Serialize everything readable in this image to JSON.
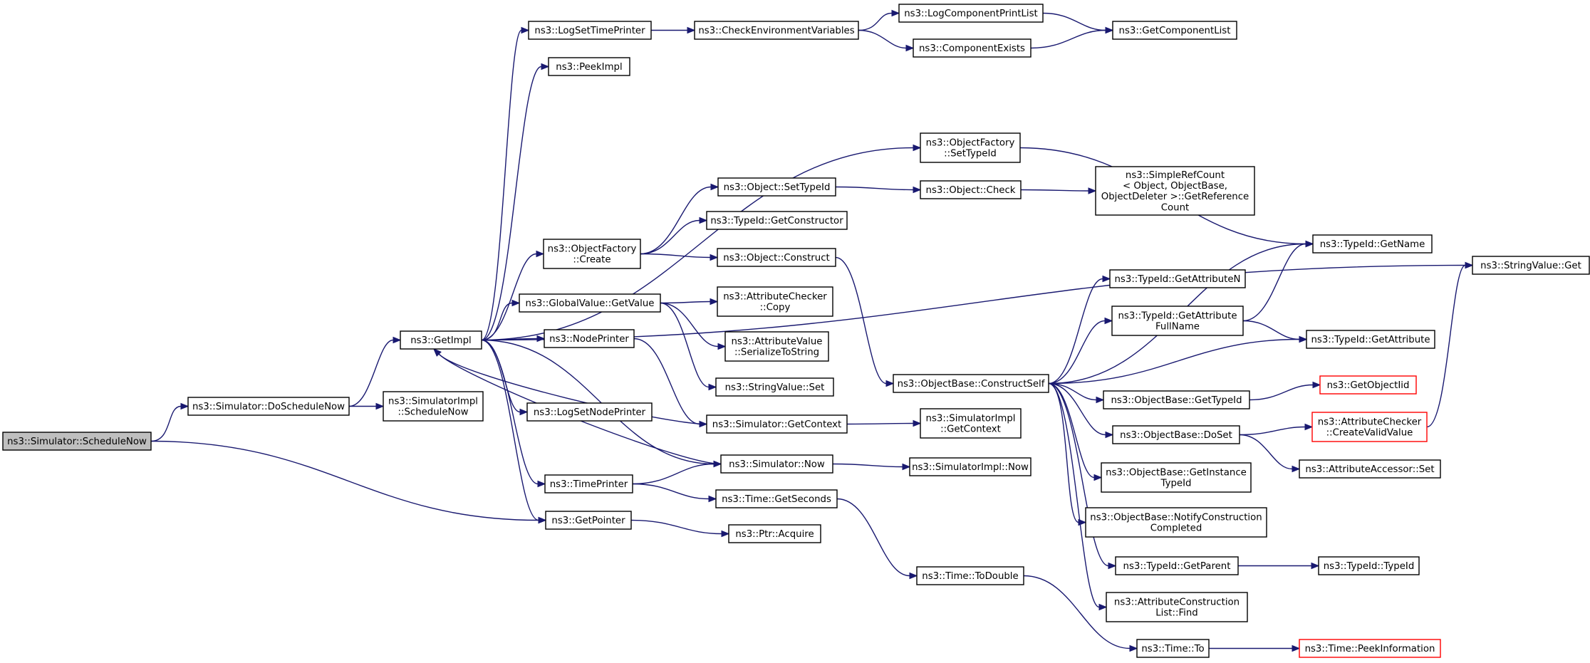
{
  "nodes": [
    {
      "id": "root",
      "lines": [
        "ns3::Simulator::ScheduleNow"
      ],
      "style": "root",
      "link": false
    },
    {
      "id": "doschedulenow",
      "lines": [
        "ns3::Simulator::DoScheduleNow"
      ]
    },
    {
      "id": "simimpl_schedulenow",
      "lines": [
        "ns3::SimulatorImpl",
        "::ScheduleNow"
      ]
    },
    {
      "id": "getimpl",
      "lines": [
        "ns3::GetImpl"
      ]
    },
    {
      "id": "getpointer",
      "lines": [
        "ns3::GetPointer"
      ]
    },
    {
      "id": "logsettimeprinter",
      "lines": [
        "ns3::LogSetTimePrinter"
      ]
    },
    {
      "id": "peekimpl",
      "lines": [
        "ns3::PeekImpl"
      ]
    },
    {
      "id": "objfactory_create",
      "lines": [
        "ns3::ObjectFactory",
        "::Create"
      ]
    },
    {
      "id": "globalvalue_getvalue",
      "lines": [
        "ns3::GlobalValue::GetValue"
      ]
    },
    {
      "id": "nodeprinter",
      "lines": [
        "ns3::NodePrinter"
      ]
    },
    {
      "id": "logsetnodeprinter",
      "lines": [
        "ns3::LogSetNodePrinter"
      ]
    },
    {
      "id": "timeprinter",
      "lines": [
        "ns3::TimePrinter"
      ]
    },
    {
      "id": "checkenv",
      "lines": [
        "ns3::CheckEnvironmentVariables"
      ]
    },
    {
      "id": "logcompprintlist",
      "lines": [
        "ns3::LogComponentPrintList"
      ]
    },
    {
      "id": "componentexists",
      "lines": [
        "ns3::ComponentExists"
      ]
    },
    {
      "id": "getcomponentlist",
      "lines": [
        "ns3::GetComponentList"
      ]
    },
    {
      "id": "objfactory_settypeid",
      "lines": [
        "ns3::ObjectFactory",
        "::SetTypeId"
      ]
    },
    {
      "id": "object_settypeid",
      "lines": [
        "ns3::Object::SetTypeId"
      ]
    },
    {
      "id": "typeid_getconstructor",
      "lines": [
        "ns3::TypeId::GetConstructor"
      ]
    },
    {
      "id": "object_construct",
      "lines": [
        "ns3::Object::Construct"
      ]
    },
    {
      "id": "attrchecker_copy",
      "lines": [
        "ns3::AttributeChecker",
        "::Copy"
      ]
    },
    {
      "id": "attrvalue_serialize",
      "lines": [
        "ns3::AttributeValue",
        "::SerializeToString"
      ]
    },
    {
      "id": "stringvalue_set",
      "lines": [
        "ns3::StringValue::Set"
      ]
    },
    {
      "id": "sim_getcontext",
      "lines": [
        "ns3::Simulator::GetContext"
      ]
    },
    {
      "id": "sim_now",
      "lines": [
        "ns3::Simulator::Now"
      ]
    },
    {
      "id": "time_getseconds",
      "lines": [
        "ns3::Time::GetSeconds"
      ]
    },
    {
      "id": "ptr_acquire",
      "lines": [
        "ns3::Ptr::Acquire"
      ]
    },
    {
      "id": "object_check",
      "lines": [
        "ns3::Object::Check"
      ]
    },
    {
      "id": "simplerefcount",
      "lines": [
        "ns3::SimpleRefCount",
        "< Object, ObjectBase,",
        " ObjectDeleter >::GetReference",
        "Count"
      ]
    },
    {
      "id": "objbase_constructself",
      "lines": [
        "ns3::ObjectBase::ConstructSelf"
      ]
    },
    {
      "id": "simimpl_getcontext",
      "lines": [
        "ns3::SimulatorImpl",
        "::GetContext"
      ]
    },
    {
      "id": "simimpl_now",
      "lines": [
        "ns3::SimulatorImpl::Now"
      ]
    },
    {
      "id": "time_todouble",
      "lines": [
        "ns3::Time::ToDouble"
      ]
    },
    {
      "id": "time_to",
      "lines": [
        "ns3::Time::To"
      ]
    },
    {
      "id": "typeid_getname",
      "lines": [
        "ns3::TypeId::GetName"
      ]
    },
    {
      "id": "typeid_getattributen",
      "lines": [
        "ns3::TypeId::GetAttributeN"
      ]
    },
    {
      "id": "typeid_getattrfullname",
      "lines": [
        "ns3::TypeId::GetAttribute",
        "FullName"
      ]
    },
    {
      "id": "objbase_gettypeid",
      "lines": [
        "ns3::ObjectBase::GetTypeId"
      ]
    },
    {
      "id": "objbase_doset",
      "lines": [
        "ns3::ObjectBase::DoSet"
      ]
    },
    {
      "id": "objbase_getinstancetypeid",
      "lines": [
        "ns3::ObjectBase::GetInstance",
        "TypeId"
      ]
    },
    {
      "id": "objbase_notify",
      "lines": [
        "ns3::ObjectBase::NotifyConstruction",
        "Completed"
      ]
    },
    {
      "id": "typeid_getparent",
      "lines": [
        "ns3::TypeId::GetParent"
      ]
    },
    {
      "id": "attrconstrlist_find",
      "lines": [
        "ns3::AttributeConstruction",
        "List::Find"
      ]
    },
    {
      "id": "stringvalue_get",
      "lines": [
        "ns3::StringValue::Get"
      ]
    },
    {
      "id": "typeid_getattribute",
      "lines": [
        "ns3::TypeId::GetAttribute"
      ]
    },
    {
      "id": "getobjectiid",
      "lines": [
        "ns3::GetObjectIid"
      ],
      "style": "red"
    },
    {
      "id": "attrchecker_createvalid",
      "lines": [
        "ns3::AttributeChecker",
        "::CreateValidValue"
      ],
      "style": "red"
    },
    {
      "id": "attraccessor_set",
      "lines": [
        "ns3::AttributeAccessor::Set"
      ]
    },
    {
      "id": "typeid_typeid",
      "lines": [
        "ns3::TypeId::TypeId"
      ]
    },
    {
      "id": "time_peekinformation",
      "lines": [
        "ns3::Time::PeekInformation"
      ],
      "style": "red"
    }
  ],
  "edges": [
    [
      "root",
      "doschedulenow"
    ],
    [
      "root",
      "getpointer"
    ],
    [
      "doschedulenow",
      "simimpl_schedulenow"
    ],
    [
      "doschedulenow",
      "getimpl"
    ],
    [
      "getimpl",
      "logsettimeprinter"
    ],
    [
      "getimpl",
      "peekimpl"
    ],
    [
      "getimpl",
      "stringvalue_get"
    ],
    [
      "getimpl",
      "objfactory_settypeid"
    ],
    [
      "getimpl",
      "objfactory_create"
    ],
    [
      "getimpl",
      "globalvalue_getvalue"
    ],
    [
      "getimpl",
      "nodeprinter"
    ],
    [
      "getimpl",
      "logsetnodeprinter"
    ],
    [
      "getimpl",
      "sim_now"
    ],
    [
      "getimpl",
      "timeprinter"
    ],
    [
      "getimpl",
      "getpointer"
    ],
    [
      "logsettimeprinter",
      "checkenv"
    ],
    [
      "checkenv",
      "logcompprintlist"
    ],
    [
      "checkenv",
      "componentexists"
    ],
    [
      "logcompprintlist",
      "getcomponentlist"
    ],
    [
      "componentexists",
      "getcomponentlist"
    ],
    [
      "objfactory_settypeid",
      "typeid_getname"
    ],
    [
      "objfactory_create",
      "object_settypeid"
    ],
    [
      "objfactory_create",
      "typeid_getconstructor"
    ],
    [
      "objfactory_create",
      "object_construct"
    ],
    [
      "object_settypeid",
      "object_check"
    ],
    [
      "object_check",
      "simplerefcount"
    ],
    [
      "object_construct",
      "objbase_constructself"
    ],
    [
      "globalvalue_getvalue",
      "attrchecker_copy"
    ],
    [
      "globalvalue_getvalue",
      "attrvalue_serialize"
    ],
    [
      "globalvalue_getvalue",
      "stringvalue_set"
    ],
    [
      "nodeprinter",
      "sim_getcontext"
    ],
    [
      "sim_getcontext",
      "getimpl"
    ],
    [
      "sim_getcontext",
      "simimpl_getcontext"
    ],
    [
      "sim_now",
      "getimpl"
    ],
    [
      "sim_now",
      "simimpl_now"
    ],
    [
      "timeprinter",
      "sim_now"
    ],
    [
      "timeprinter",
      "time_getseconds"
    ],
    [
      "time_getseconds",
      "time_todouble"
    ],
    [
      "time_todouble",
      "time_to"
    ],
    [
      "time_to",
      "time_peekinformation"
    ],
    [
      "getpointer",
      "ptr_acquire"
    ],
    [
      "objbase_constructself",
      "typeid_getname"
    ],
    [
      "objbase_constructself",
      "typeid_getattributen"
    ],
    [
      "objbase_constructself",
      "typeid_getattrfullname"
    ],
    [
      "objbase_constructself",
      "typeid_getattribute"
    ],
    [
      "objbase_constructself",
      "objbase_gettypeid"
    ],
    [
      "objbase_constructself",
      "objbase_doset"
    ],
    [
      "objbase_constructself",
      "objbase_getinstancetypeid"
    ],
    [
      "objbase_constructself",
      "objbase_notify"
    ],
    [
      "objbase_constructself",
      "typeid_getparent"
    ],
    [
      "objbase_constructself",
      "attrconstrlist_find"
    ],
    [
      "typeid_getattrfullname",
      "typeid_getname"
    ],
    [
      "typeid_getattrfullname",
      "typeid_getattribute"
    ],
    [
      "objbase_gettypeid",
      "getobjectiid"
    ],
    [
      "objbase_doset",
      "attrchecker_createvalid"
    ],
    [
      "objbase_doset",
      "attraccessor_set"
    ],
    [
      "attrchecker_createvalid",
      "stringvalue_get"
    ],
    [
      "typeid_getparent",
      "typeid_typeid"
    ]
  ]
}
